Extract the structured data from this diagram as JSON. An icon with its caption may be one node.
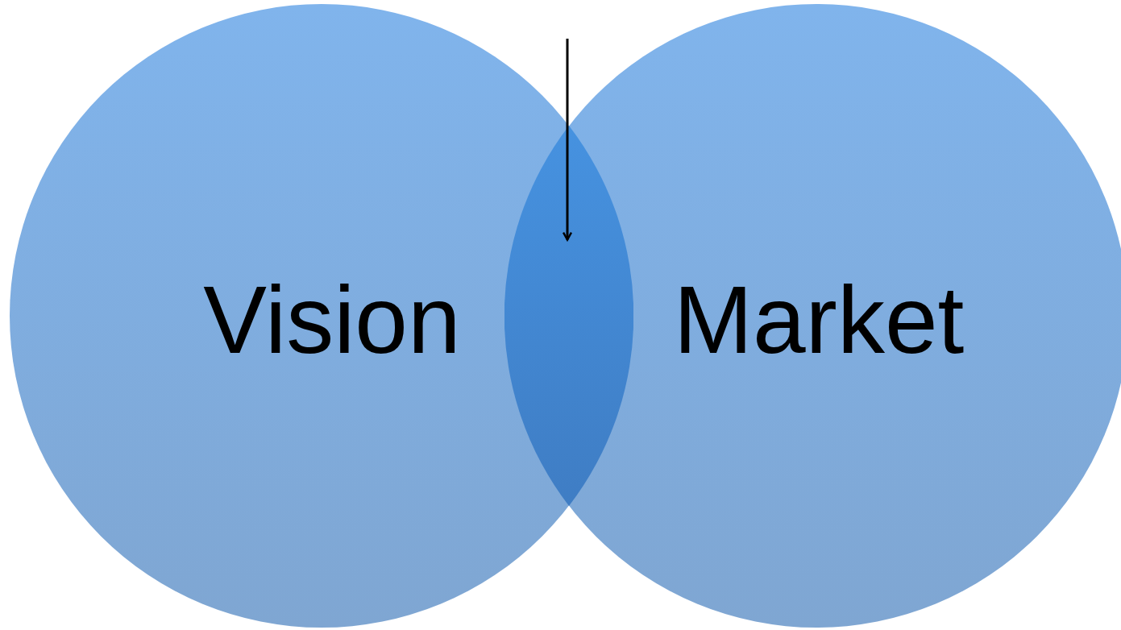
{
  "diagram": {
    "nodes": [
      {
        "text": [
          "Vision"
        ]
      },
      {
        "text": [
          "Market"
        ]
      },
      {
        "text": [],
        "shape": "lens"
      }
    ],
    "edges": [
      {
        "from": null,
        "to": 2,
        "arrow": "to"
      }
    ]
  }
}
